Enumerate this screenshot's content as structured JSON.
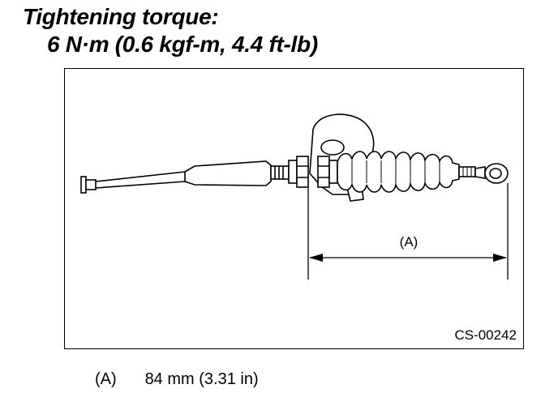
{
  "title": {
    "line1": "Tightening torque:",
    "line2": "6 N·m (0.6 kgf-m, 4.4 ft-lb)"
  },
  "figure": {
    "dimension_label": "(A)",
    "code": "CS-00242"
  },
  "legend": {
    "key": "(A)",
    "value": "84 mm (3.31 in)"
  }
}
